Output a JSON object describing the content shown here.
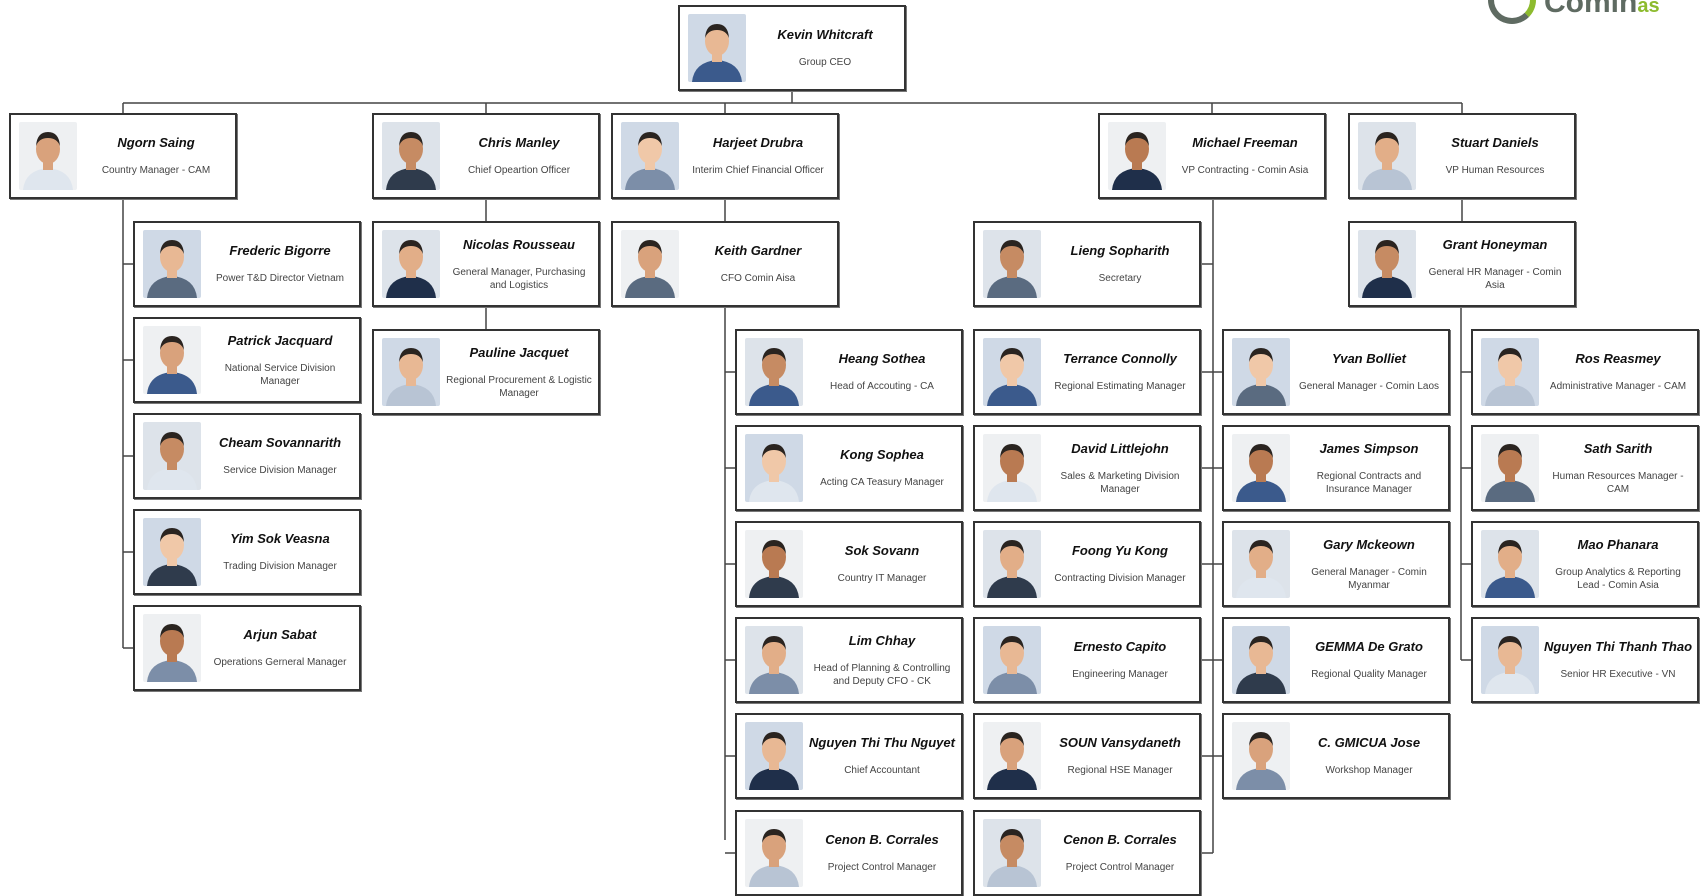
{
  "logo": {
    "text": "Comin",
    "suffix": "as"
  },
  "org": {
    "ceo": {
      "name": "Kevin Whitcraft",
      "title": "Group CEO",
      "photo": "person-photo"
    },
    "level1": [
      {
        "name": "Ngorn Saing",
        "title": "Country Manager - CAM",
        "photo": "person-photo"
      },
      {
        "name": "Chris Manley",
        "title": "Chief Opeartion Officer",
        "photo": "person-photo"
      },
      {
        "name": "Harjeet Drubra",
        "title": "Interim Chief Financial Officer",
        "photo": "person-photo"
      },
      {
        "name": "Michael Freeman",
        "title": "VP Contracting - Comin Asia",
        "photo": "person-photo"
      },
      {
        "name": "Stuart Daniels",
        "title": "VP Human Resources",
        "photo": "person-photo"
      }
    ],
    "cam_reports": [
      {
        "name": "Frederic Bigorre",
        "title": "Power T&D Director Vietnam"
      },
      {
        "name": "Patrick Jacquard",
        "title": "National Service Division Manager"
      },
      {
        "name": "Cheam Sovannarith",
        "title": "Service Division Manager"
      },
      {
        "name": "Yim Sok Veasna",
        "title": "Trading Division Manager"
      },
      {
        "name": "Arjun Sabat",
        "title": "Operations Gerneral Manager"
      }
    ],
    "coo_reports": [
      {
        "name": "Nicolas Rousseau",
        "title": "General Manager, Purchasing and Logistics"
      },
      {
        "name": "Pauline Jacquet",
        "title": "Regional Procurement & Logistic Manager"
      }
    ],
    "cfo_reports": [
      {
        "name": "Keith Gardner",
        "title": "CFO Comin Aisa"
      }
    ],
    "finance_team": [
      {
        "name": "Heang Sothea",
        "title": "Head of Accouting - CA"
      },
      {
        "name": "Kong Sophea",
        "title": "Acting CA Teasury Manager"
      },
      {
        "name": "Sok Sovann",
        "title": "Country IT Manager"
      },
      {
        "name": "Lim Chhay",
        "title": "Head of Planning & Controlling and Deputy CFO - CK"
      },
      {
        "name": "Nguyen Thi Thu Nguyet",
        "title": "Chief Accountant"
      },
      {
        "name": "Cenon B. Corrales",
        "title": "Project Control Manager"
      }
    ],
    "contracting_team": [
      {
        "name": "Lieng Sopharith",
        "title": "Secretary"
      },
      {
        "name": "Terrance Connolly",
        "title": "Regional Estimating Manager"
      },
      {
        "name": "David Littlejohn",
        "title": "Sales & Marketing Division Manager"
      },
      {
        "name": "Foong Yu Kong",
        "title": "Contracting Division Manager"
      },
      {
        "name": "Ernesto Capito",
        "title": "Engineering Manager"
      },
      {
        "name": "SOUN Vansydaneth",
        "title": "Regional HSE Manager"
      },
      {
        "name": "Cenon B. Corrales",
        "title": "Project Control Manager"
      }
    ],
    "contracting_team_2": [
      {
        "name": "Yvan Bolliet",
        "title": "General Manager - Comin Laos"
      },
      {
        "name": "James Simpson",
        "title": "Regional Contracts and Insurance Manager"
      },
      {
        "name": "Gary Mckeown",
        "title": "General Manager - Comin Myanmar"
      },
      {
        "name": "GEMMA De Grato",
        "title": "Regional Quality Manager"
      },
      {
        "name": "C. GMICUA Jose",
        "title": "Workshop Manager"
      }
    ],
    "hr_reports": [
      {
        "name": "Grant Honeyman",
        "title": "General HR Manager - Comin Asia"
      }
    ],
    "hr_team": [
      {
        "name": "Ros Reasmey",
        "title": "Administrative Manager - CAM"
      },
      {
        "name": "Sath Sarith",
        "title": "Human Resources Manager - CAM"
      },
      {
        "name": "Mao Phanara",
        "title": "Group Analytics & Reporting Lead - Comin Asia"
      },
      {
        "name": "Nguyen Thi Thanh Thao",
        "title": "Senior HR Executive - VN"
      }
    ]
  },
  "colors": {
    "border": "#333333",
    "line": "#444444",
    "logo_gray": "#5f6b62",
    "logo_green": "#8dbb2e"
  }
}
